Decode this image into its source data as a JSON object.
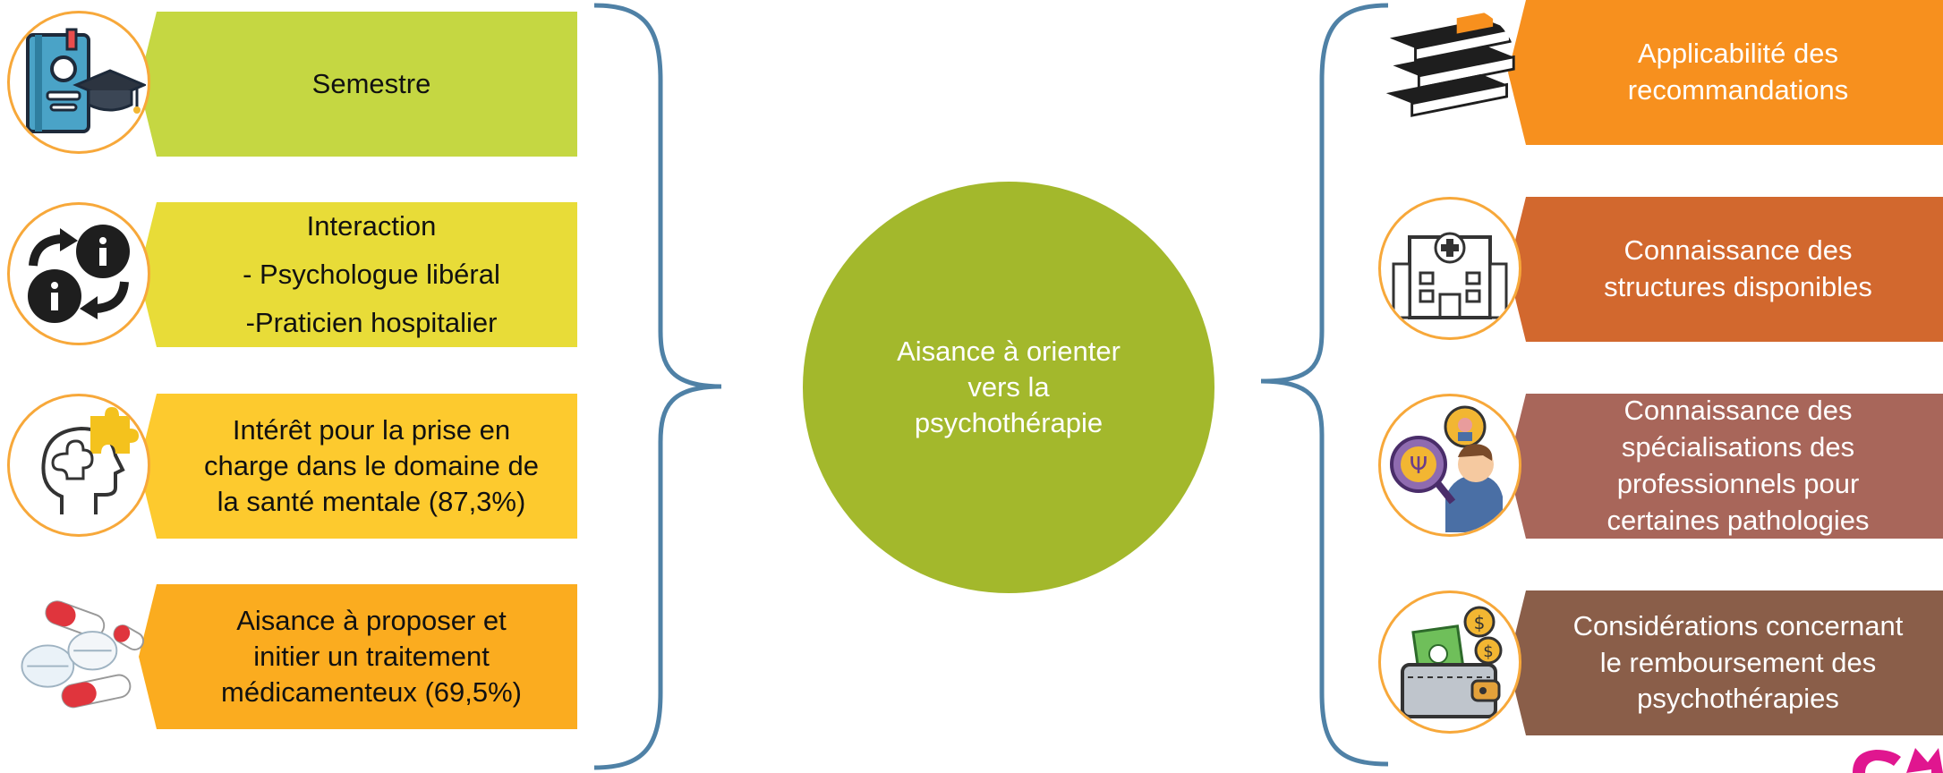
{
  "colors": {
    "green_light": "#c5d742",
    "yellow_green": "#e8dc38",
    "yellow": "#fdca2e",
    "orange_yellow": "#fbac1f",
    "orange": "#f7901e",
    "burnt_orange": "#d2682e",
    "rose_brown": "#a8665a",
    "brown": "#8a5e49",
    "center": "#a3b82c",
    "brace": "#4f81a6",
    "icon_ring": "#f7a83a",
    "logo_magenta": "#e0168f"
  },
  "left_items": [
    {
      "icon": "graduation-book-icon",
      "lines": [
        "Semestre"
      ]
    },
    {
      "icon": "info-exchange-icon",
      "lines": [
        "Interaction",
        "- Psychologue libéral",
        "-Praticien hospitalier"
      ]
    },
    {
      "icon": "head-puzzle-icon",
      "lines": [
        "Intérêt pour la prise en",
        "charge dans le domaine de",
        "la santé mentale (87,3%)"
      ]
    },
    {
      "icon": "pills-icon",
      "lines": [
        "Aisance à proposer et",
        "initier un traitement",
        "médicamenteux  (69,5%)"
      ]
    }
  ],
  "center": {
    "lines": [
      "Aisance à orienter",
      "vers la",
      "psychothérapie"
    ]
  },
  "right_items": [
    {
      "icon": "books-icon",
      "lines": [
        "Applicabilité des",
        "recommandations"
      ]
    },
    {
      "icon": "hospital-icon",
      "lines": [
        "Connaissance des",
        "structures disponibles"
      ]
    },
    {
      "icon": "psychologist-icon",
      "lines": [
        "Connaissance des",
        "spécialisations des",
        "professionnels pour",
        "certaines pathologies"
      ]
    },
    {
      "icon": "wallet-money-icon",
      "lines": [
        "Considérations concernant",
        "le remboursement des",
        "psychothérapies"
      ]
    }
  ]
}
